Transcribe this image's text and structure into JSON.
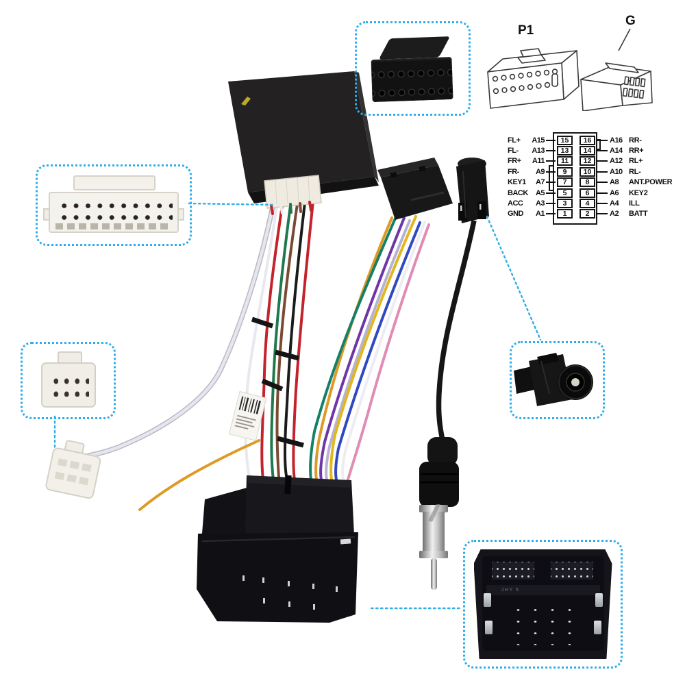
{
  "colors": {
    "accent": "#2fade8",
    "background": "#ffffff",
    "wire_palette": [
      "#c3242b",
      "#20784f",
      "#7b4a33",
      "#1b1b1b",
      "#d4d4de",
      "#e0b81e",
      "#df9a26",
      "#6e35a8",
      "#2f49c0",
      "#e08cb4",
      "#15806a",
      "#b6b2d4",
      "#ececf2"
    ]
  },
  "drawings": {
    "p1_label": "P1",
    "g_label": "G"
  },
  "quadlock_face": {
    "molded_text": "JHY 5"
  },
  "pinout": {
    "rows": [
      {
        "left_name": "FL+",
        "left_pin": "A15",
        "num_left": "15",
        "num_right": "16",
        "right_pin": "A16",
        "right_name": "RR-"
      },
      {
        "left_name": "FL-",
        "left_pin": "A13",
        "num_left": "13",
        "num_right": "14",
        "right_pin": "A14",
        "right_name": "RR+"
      },
      {
        "left_name": "FR+",
        "left_pin": "A11",
        "num_left": "11",
        "num_right": "12",
        "right_pin": "A12",
        "right_name": "RL+"
      },
      {
        "left_name": "FR-",
        "left_pin": "A9",
        "num_left": "9",
        "num_right": "10",
        "right_pin": "A10",
        "right_name": "RL-"
      },
      {
        "left_name": "KEY1",
        "left_pin": "A7",
        "num_left": "7",
        "num_right": "8",
        "right_pin": "A8",
        "right_name": "ANT.POWER"
      },
      {
        "left_name": "BACK",
        "left_pin": "A5",
        "num_left": "5",
        "num_right": "6",
        "right_pin": "A6",
        "right_name": "KEY2"
      },
      {
        "left_name": "ACC",
        "left_pin": "A3",
        "num_left": "3",
        "num_right": "4",
        "right_pin": "A4",
        "right_name": "ILL"
      },
      {
        "left_name": "GND",
        "left_pin": "A1",
        "num_left": "1",
        "num_right": "2",
        "right_pin": "A2",
        "right_name": "BATT"
      }
    ]
  }
}
